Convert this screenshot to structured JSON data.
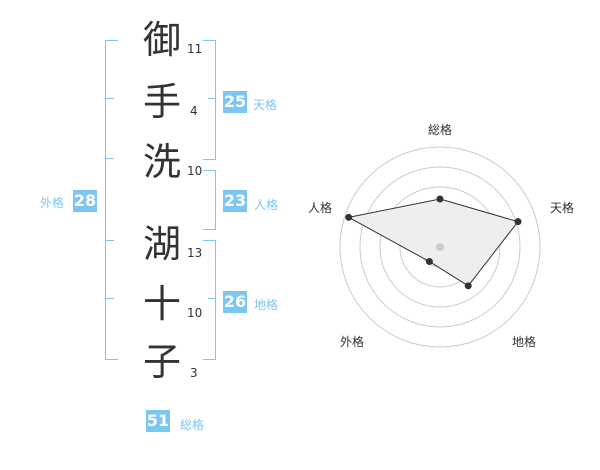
{
  "name_chars": [
    {
      "char": "御",
      "strokes": "11"
    },
    {
      "char": "手",
      "strokes": "4"
    },
    {
      "char": "洗",
      "strokes": "10"
    },
    {
      "char": "湖",
      "strokes": "13"
    },
    {
      "char": "十",
      "strokes": "10"
    },
    {
      "char": "子",
      "strokes": "3"
    }
  ],
  "kakusu": {
    "tenkaku": {
      "value": "25",
      "label": "天格"
    },
    "jinkaku": {
      "value": "23",
      "label": "人格"
    },
    "chikaku": {
      "value": "26",
      "label": "地格"
    },
    "gaikaku": {
      "value": "28",
      "label": "外格"
    },
    "soukaku": {
      "value": "51",
      "label": "総格"
    }
  },
  "radar": {
    "axes": [
      "総格",
      "天格",
      "地格",
      "外格",
      "人格"
    ],
    "values": [
      0.48,
      0.82,
      0.48,
      0.18,
      0.96
    ],
    "fill_color": "#eeeeee",
    "line_color": "#333333",
    "ring_color": "#cccccc"
  },
  "colors": {
    "accent": "#7cc7f2",
    "text": "#333333"
  }
}
